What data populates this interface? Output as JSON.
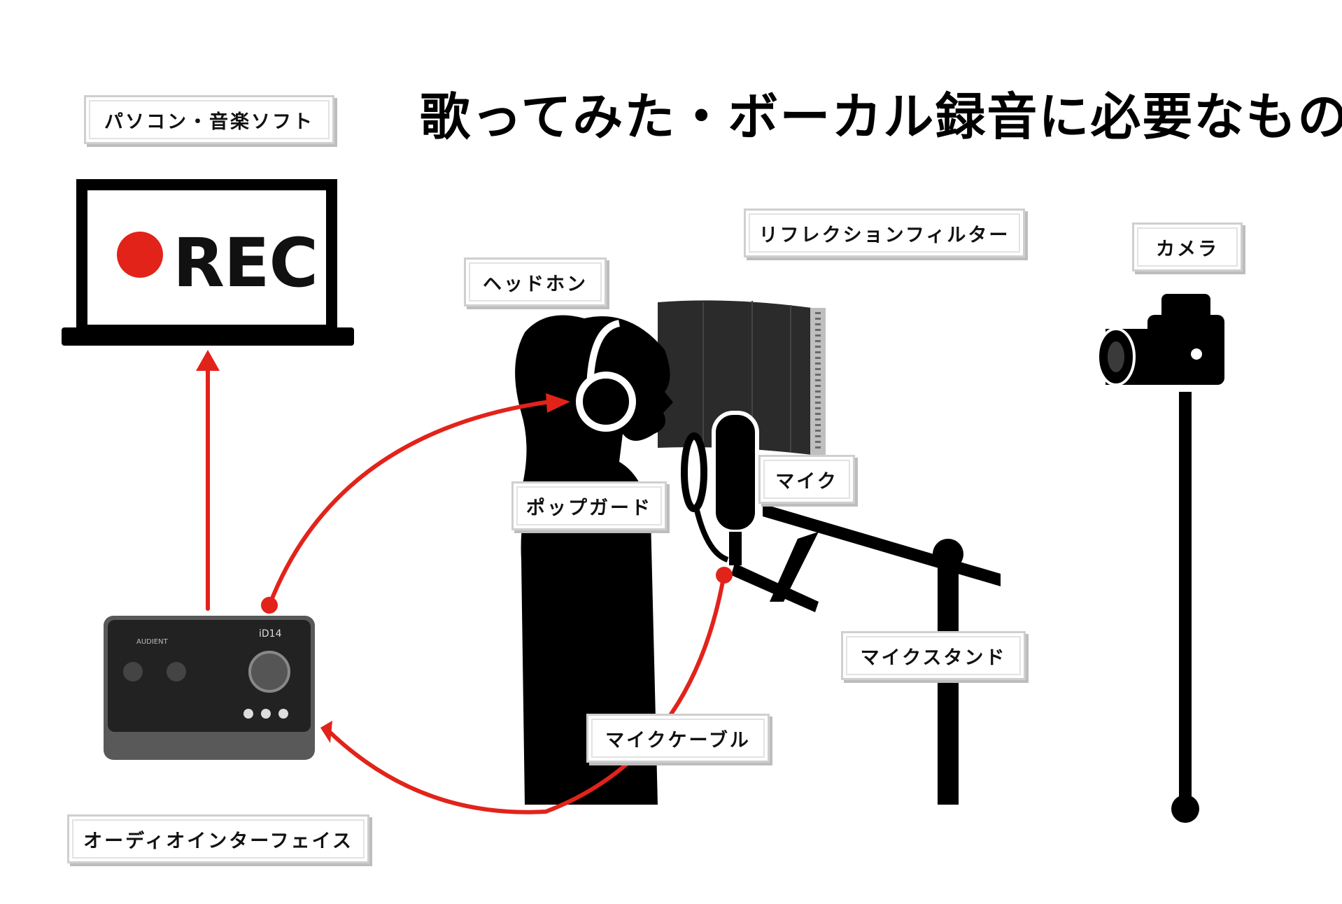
{
  "title": "歌ってみた・ボーカル録音に必要なもの",
  "labels": {
    "pc": "パソコン・音楽ソフト",
    "headphone": "ヘッドホン",
    "reflection_filter": "リフレクションフィルター",
    "camera": "カメラ",
    "mic": "マイク",
    "pop_guard": "ポップガード",
    "mic_stand": "マイクスタンド",
    "mic_cable": "マイクケーブル",
    "audio_interface": "オーディオインターフェイス"
  },
  "screen": {
    "rec": "REC"
  },
  "interface": {
    "brand": "AUDIENT",
    "model": "iD14"
  },
  "colors": {
    "accent": "#e2231a",
    "ink": "#000000",
    "label_border": "#cfcfcf"
  },
  "icons": [
    "laptop-icon",
    "rec-dot-icon",
    "headphone-icon",
    "camera-icon",
    "microphone-icon",
    "pop-guard-icon",
    "mic-stand-icon",
    "reflection-filter-icon",
    "audio-interface-icon",
    "singer-silhouette"
  ]
}
